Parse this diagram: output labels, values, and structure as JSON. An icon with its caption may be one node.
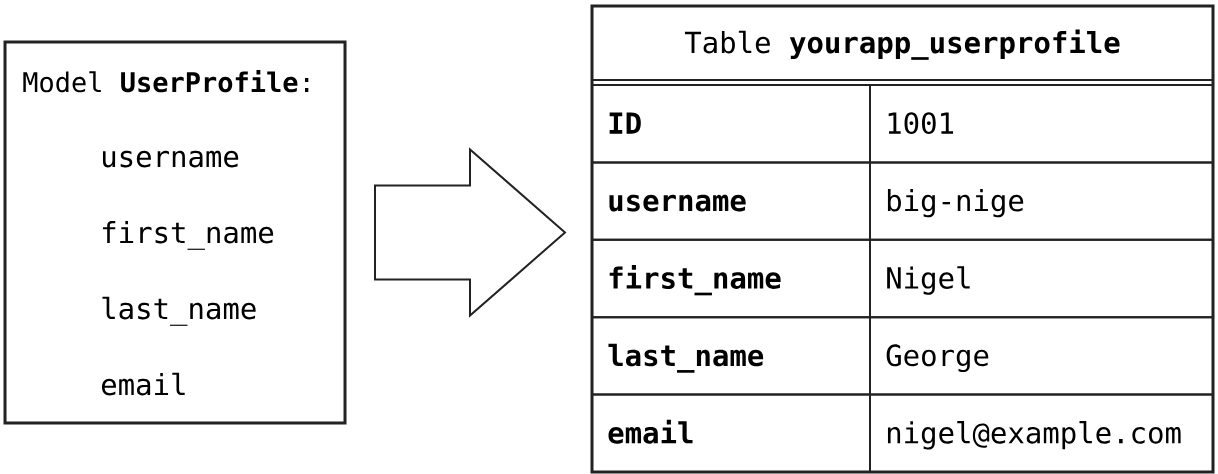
{
  "diagram": {
    "nodes": [
      {
        "text": [
          "Model **UserProfile**:",
          "username",
          "first_name",
          "last_name",
          "email"
        ]
      },
      {
        "text": [
          "Table **yourapp_userprofile**"
        ]
      }
    ],
    "edges": [
      {
        "from": 0,
        "to": 1,
        "arrow": "to"
      }
    ],
    "labels": [
      "ID",
      "1001",
      "username",
      "big-nige",
      "first_name",
      "Nigel",
      "last_name",
      "George",
      "email",
      "nigel@example.com"
    ]
  }
}
